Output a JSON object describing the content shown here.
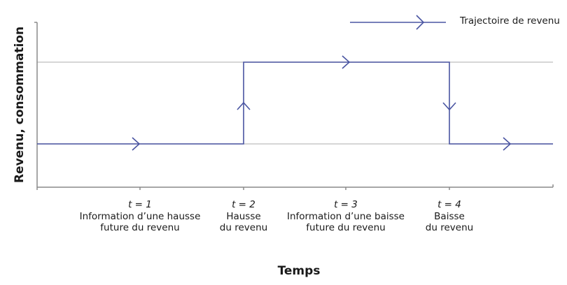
{
  "legend": {
    "label": "Trajectoire de revenu",
    "line_color": "#4a55a2"
  },
  "axes": {
    "ylabel": "Revenu, consommation",
    "xlabel": "Temps",
    "axis_color": "#8a8a8a",
    "grid_color": "#bdbdbd"
  },
  "ticks": [
    {
      "t": "t = 1",
      "line1": "Information d’une hausse",
      "line2": "future du revenu"
    },
    {
      "t": "t = 2",
      "line1": "Hausse",
      "line2": "du revenu"
    },
    {
      "t": "t = 3",
      "line1": "Information d’une baisse",
      "line2": "future du revenu"
    },
    {
      "t": "t = 4",
      "line1": "Baisse",
      "line2": "du revenu"
    }
  ],
  "chart_data": {
    "type": "line",
    "title": "",
    "xlabel": "Temps",
    "ylabel": "Revenu, consommation",
    "legend": [
      "Trajectoire de revenu"
    ],
    "x_ticks": [
      "t = 1",
      "t = 2",
      "t = 3",
      "t = 4"
    ],
    "series": [
      {
        "name": "Trajectoire de revenu",
        "points": [
          {
            "x": 0,
            "y": "low"
          },
          {
            "x": 2,
            "y": "low"
          },
          {
            "x": 2,
            "y": "high"
          },
          {
            "x": 4,
            "y": "high"
          },
          {
            "x": 4,
            "y": "low"
          },
          {
            "x": 5,
            "y": "low"
          }
        ],
        "arrows": [
          "right at t=1 (low)",
          "up at t=2",
          "right at t=3 (high)",
          "down at t=4",
          "right after t=4 (low)"
        ]
      }
    ],
    "reference_lines": [
      "high income level",
      "low income level"
    ],
    "grid": false
  }
}
